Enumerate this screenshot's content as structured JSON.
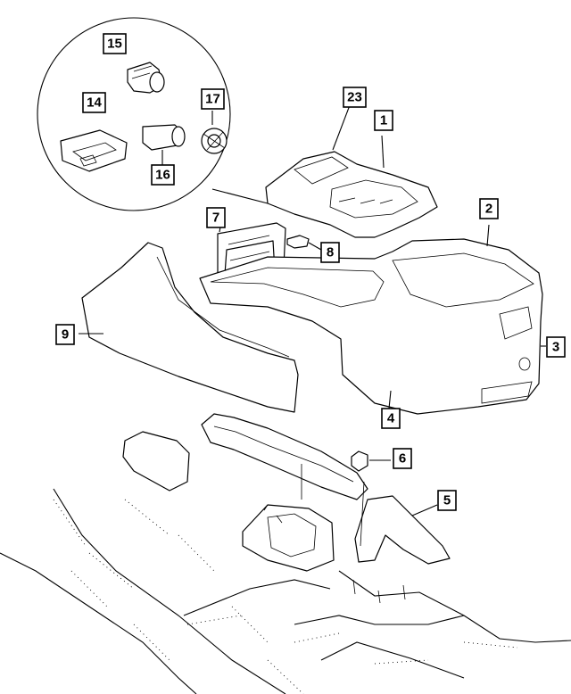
{
  "callouts": {
    "c1": "1",
    "c2": "2",
    "c3": "3",
    "c4": "4",
    "c5": "5",
    "c6": "6",
    "c7": "7",
    "c8": "8",
    "c9": "9",
    "c14": "14",
    "c15": "15",
    "c16": "16",
    "c17": "17",
    "c23": "23"
  }
}
